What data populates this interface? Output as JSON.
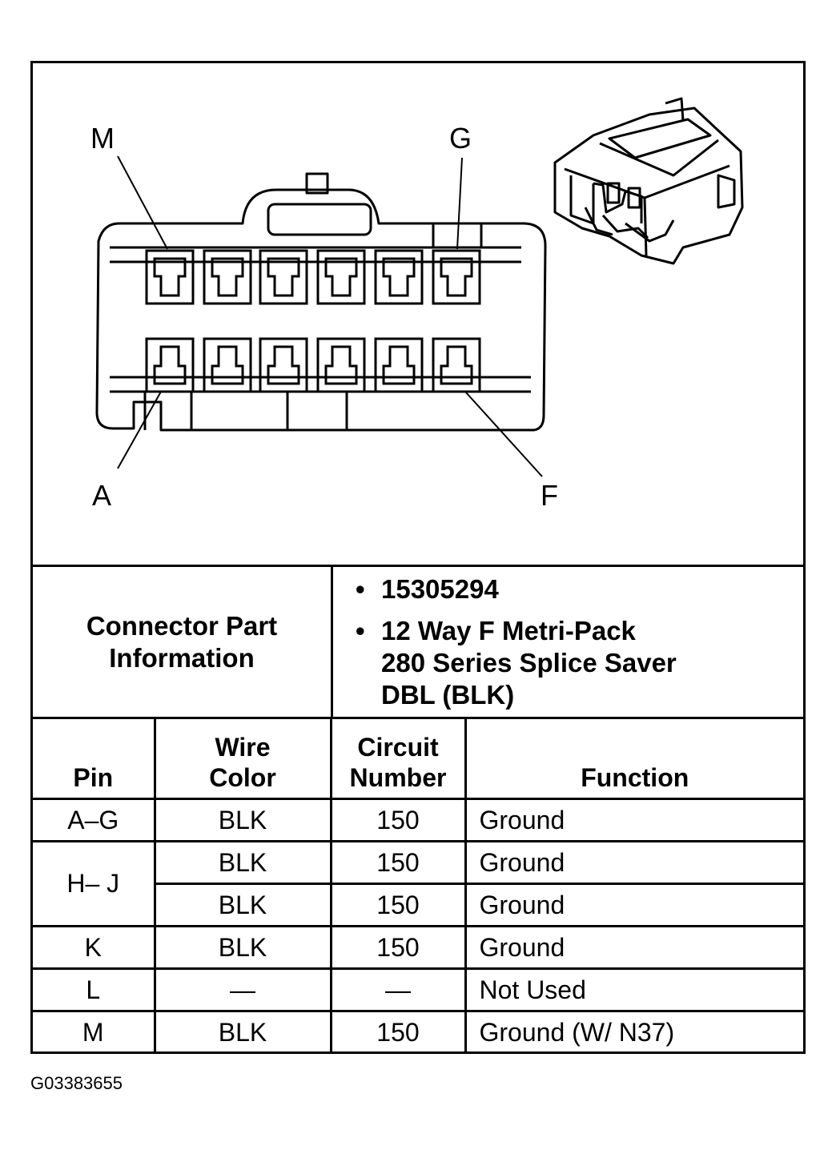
{
  "diagram": {
    "callouts": {
      "top_left": "M",
      "top_right": "G",
      "bottom_left": "A",
      "bottom_right": "F"
    }
  },
  "connector_info": {
    "label_line1": "Connector Part",
    "label_line2": "Information",
    "bullet_char": "•",
    "part_number": "15305294",
    "description_line1": "12 Way F Metri-Pack",
    "description_line2": "280 Series Splice Saver",
    "description_line3": "DBL (BLK)"
  },
  "table": {
    "headers": {
      "pin": "Pin",
      "wire_color_line1": "Wire",
      "wire_color_line2": "Color",
      "circuit_line1": "Circuit",
      "circuit_line2": "Number",
      "function": "Function"
    },
    "rows": [
      {
        "pin": "A–G",
        "wire_color": "BLK",
        "circuit": "150",
        "function": "Ground"
      },
      {
        "pin": "H– J",
        "wire_color": "BLK",
        "circuit": "150",
        "function": "Ground"
      },
      {
        "pin": "",
        "wire_color": "BLK",
        "circuit": "150",
        "function": "Ground"
      },
      {
        "pin": "K",
        "wire_color": "BLK",
        "circuit": "150",
        "function": "Ground"
      },
      {
        "pin": "L",
        "wire_color": "—",
        "circuit": "—",
        "function": "Not Used"
      },
      {
        "pin": "M",
        "wire_color": "BLK",
        "circuit": "150",
        "function": "Ground (W/ N37)"
      }
    ]
  },
  "figure_code": "G03383655"
}
